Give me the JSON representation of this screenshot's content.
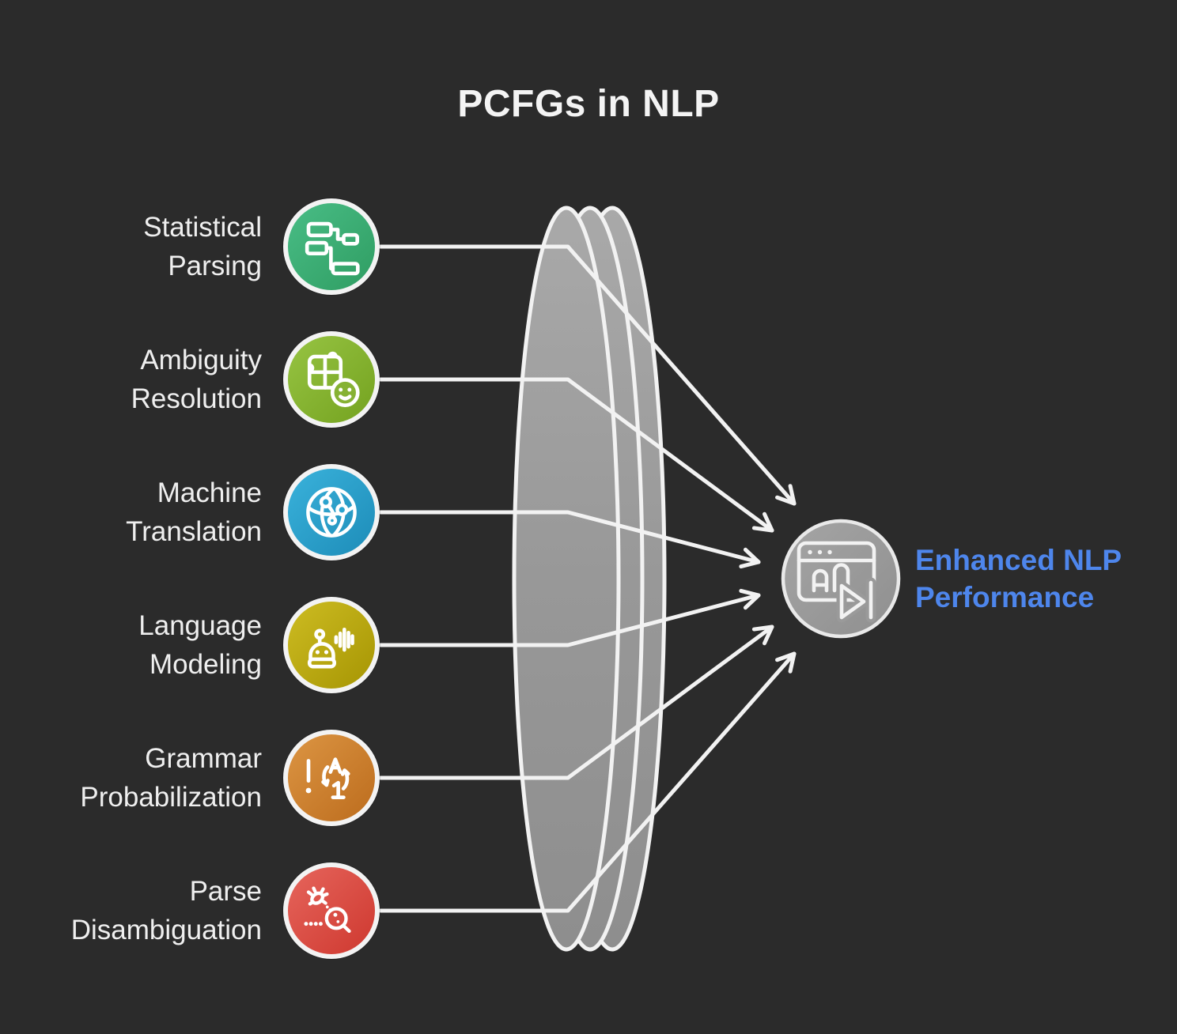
{
  "title": "PCFGs in NLP",
  "background_color": "#2b2b2b",
  "line_color": "#f2f2f2",
  "lens_fill_color": "#999999",
  "items": [
    {
      "line1": "Statistical",
      "line2": "Parsing",
      "icon": "flowchart-icon",
      "color_top": "#49bd86",
      "color_bottom": "#2f9d62"
    },
    {
      "line1": "Ambiguity",
      "line2": "Resolution",
      "icon": "puzzle-smiley-icon",
      "color_top": "#97c443",
      "color_bottom": "#74a21f"
    },
    {
      "line1": "Machine",
      "line2": "Translation",
      "icon": "globe-network-icon",
      "color_top": "#3ab2db",
      "color_bottom": "#1d8cb8"
    },
    {
      "line1": "Language",
      "line2": "Modeling",
      "icon": "robot-voice-icon",
      "color_top": "#cdbc22",
      "color_bottom": "#a69503"
    },
    {
      "line1": "Grammar",
      "line2": "Probabilization",
      "icon": "letters-cycle-icon",
      "color_top": "#dc9543",
      "color_bottom": "#bc6c1d"
    },
    {
      "line1": "Parse",
      "line2": "Disambiguation",
      "icon": "bug-search-icon",
      "color_top": "#e6655c",
      "color_bottom": "#ce382f"
    }
  ],
  "result": {
    "line1": "Enhanced NLP",
    "line2": "Performance",
    "icon": "ad-player-icon",
    "text_color": "#4e86ec",
    "circle_fill": "#9a9a9a"
  }
}
